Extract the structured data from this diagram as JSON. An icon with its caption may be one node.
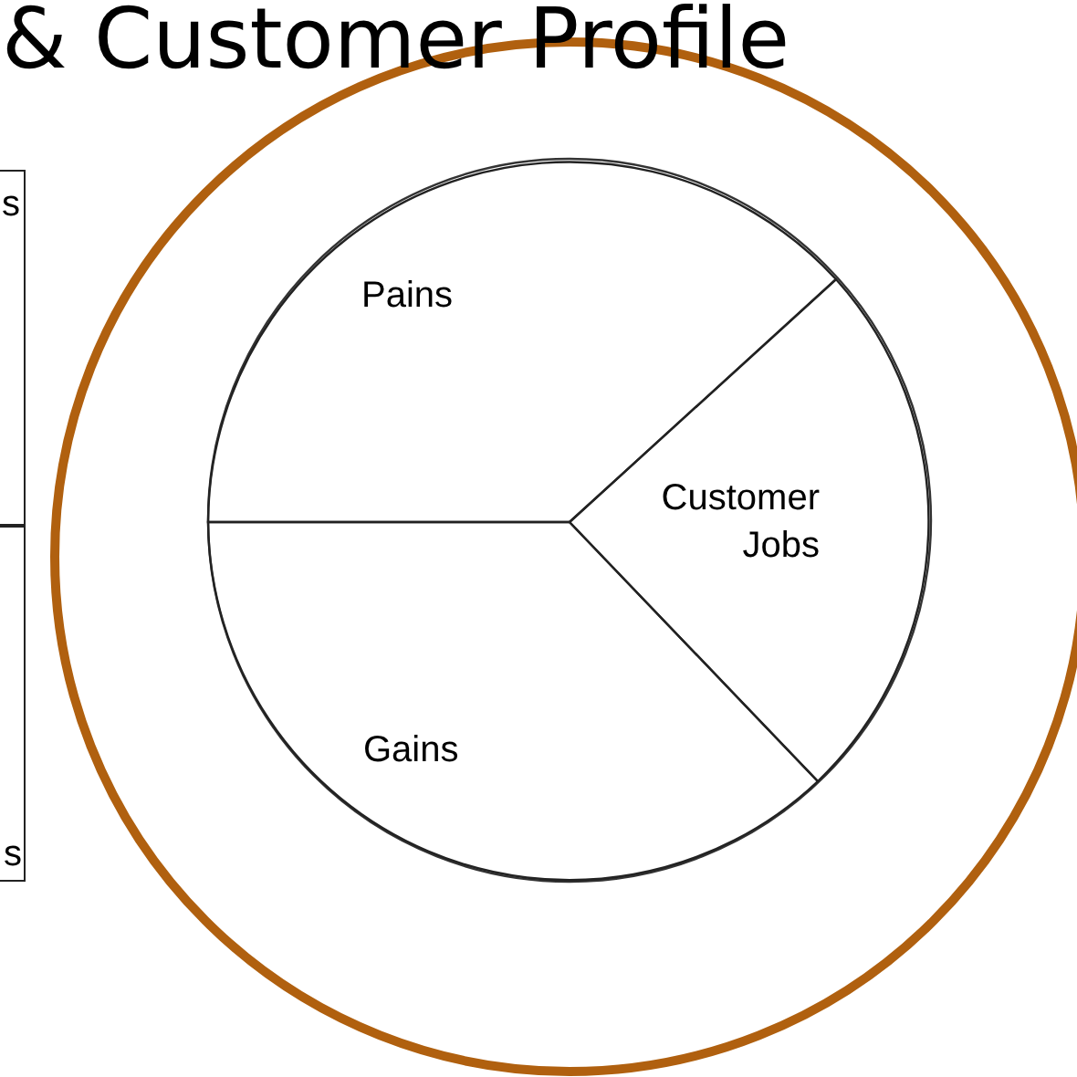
{
  "diagram": {
    "title": "& Customer Profile",
    "nodes": [
      {
        "text": [],
        "shape": "circle"
      },
      {
        "text": [],
        "shape": "circle",
        "in": 0
      },
      {
        "text": [
          "Pains"
        ],
        "in": 1
      },
      {
        "text": [
          "Customer Jobs"
        ],
        "in": 1
      },
      {
        "text": [
          "Gains"
        ],
        "in": 1
      },
      {
        "text": [
          "s"
        ]
      },
      {
        "text": [
          "s"
        ]
      }
    ],
    "edges": []
  }
}
